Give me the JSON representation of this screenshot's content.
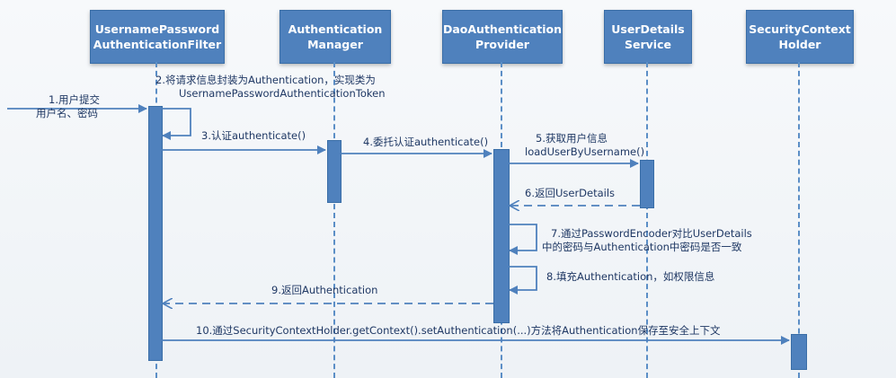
{
  "participants": [
    {
      "line1": "UsernamePassword",
      "line2": "AuthenticationFilter"
    },
    {
      "line1": "Authentication",
      "line2": "Manager"
    },
    {
      "line1": "DaoAuthentication",
      "line2": "Provider"
    },
    {
      "line1": "UserDetails",
      "line2": "Service"
    },
    {
      "line1": "SecurityContext",
      "line2": "Holder"
    }
  ],
  "messages": {
    "m1": {
      "line1": "1.用户提交",
      "line2": "用户名、密码"
    },
    "m2": {
      "line1": "2.将请求信息封装为Authentication，实现类为",
      "line2": "UsernamePasswordAuthenticationToken"
    },
    "m3": "3.认证authenticate()",
    "m4": "4.委托认证authenticate()",
    "m5": {
      "line1": "5.获取用户信息",
      "line2": "loadUserByUsername()"
    },
    "m6": "6.返回UserDetails",
    "m7": {
      "line1": "7.通过PasswordEncoder对比UserDetails",
      "line2": "中的密码与Authentication中密码是否一致"
    },
    "m8": "8.填充Authentication，如权限信息",
    "m9": "9.返回Authentication",
    "m10": "10.通过SecurityContextHolder.getContext().setAuthentication(...)方法将Authentication保存至安全上下文"
  },
  "colors": {
    "participant": "#4f81bd",
    "line": "#5b8ec6",
    "text": "#1f3864",
    "background": "#f3f6f9"
  }
}
